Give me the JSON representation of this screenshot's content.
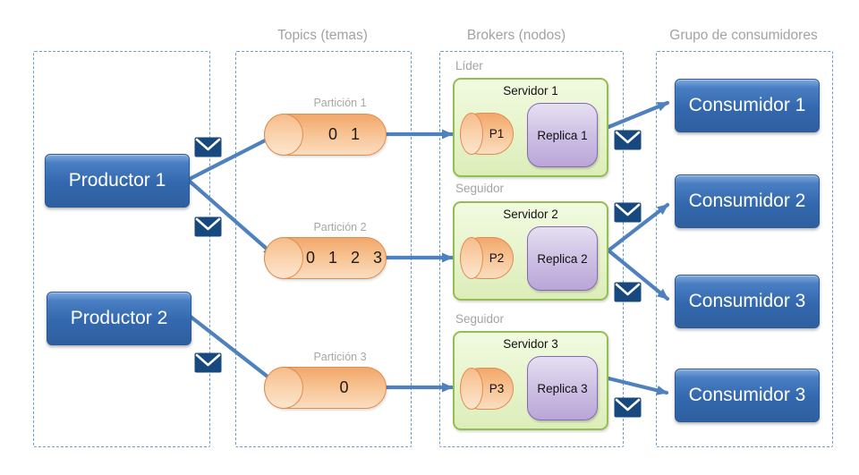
{
  "headers": {
    "topics": "Topics (temas)",
    "brokers": "Brokers (nodos)",
    "consumers": "Grupo de consumidores"
  },
  "producers": [
    {
      "label": "Productor 1"
    },
    {
      "label": "Productor 2"
    }
  ],
  "partitions": [
    {
      "label": "Partición 1",
      "offsets": "0 1"
    },
    {
      "label": "Partición 2",
      "offsets": "0 1 2 3"
    },
    {
      "label": "Partición 3",
      "offsets": "0"
    }
  ],
  "brokers": [
    {
      "role": "Líder",
      "server": "Servidor 1",
      "partition": "P1",
      "replica": "Replica 1"
    },
    {
      "role": "Seguidor",
      "server": "Servidor 2",
      "partition": "P2",
      "replica": "Replica 2"
    },
    {
      "role": "Seguidor",
      "server": "Servidor 3",
      "partition": "P3",
      "replica": "Replica 3"
    }
  ],
  "consumers": [
    {
      "label": "Consumidor 1"
    },
    {
      "label": "Consumidor 2"
    },
    {
      "label": "Consumidor 3"
    },
    {
      "label": "Consumidor 3"
    }
  ],
  "colors": {
    "arrow_blue": "#4E81BD",
    "envelope_navy": "#17497E",
    "node_blue": "#3468AE",
    "partition_orange": "#F2A76B",
    "partition_border": "#E08D4F",
    "server_green_fill": "#E6F4CC",
    "server_green_border": "#94BE52",
    "replica_purple_fill": "#CEC0E4",
    "replica_purple_border": "#8568B5",
    "dashed_border": "#6B9BD5",
    "muted_label": "#A3A3A3",
    "background": "#FFFFFF"
  }
}
